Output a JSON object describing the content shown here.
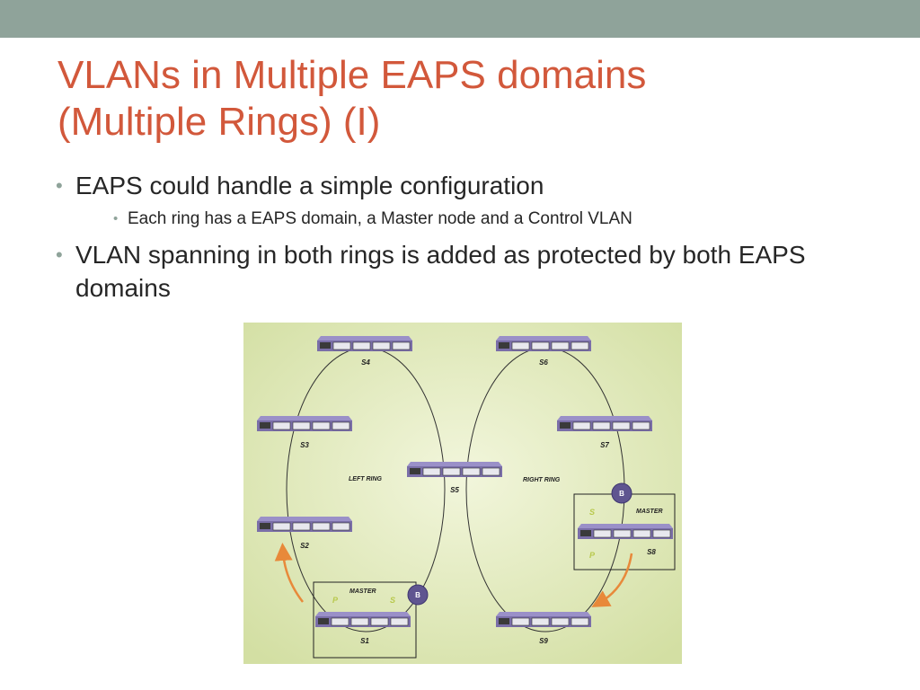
{
  "slide": {
    "title_line1": "VLANs in Multiple EAPS domains",
    "title_line2": "(Multiple Rings) (I)",
    "bullet1": "EAPS could handle a simple configuration",
    "bullet1_sub1": "Each ring has a EAPS domain, a Master node and a Control VLAN",
    "bullet2": "VLAN spanning in both rings is added as protected by both EAPS domains"
  },
  "diagram": {
    "switches": [
      "S4",
      "S6",
      "S3",
      "S7",
      "S5",
      "S2",
      "S8",
      "S1",
      "S9"
    ],
    "left_ring_label": "LEFT RING",
    "right_ring_label": "RIGHT RING",
    "master_label": "MASTER",
    "blocked_badge": "B",
    "primary_port": "P",
    "secondary_port": "S",
    "colors": {
      "background": "#dde6b3",
      "switch_body": "#7a6ea8",
      "badge": "#5f5590",
      "arrow": "#e8893a",
      "port_letter": "#b8c84c"
    }
  }
}
